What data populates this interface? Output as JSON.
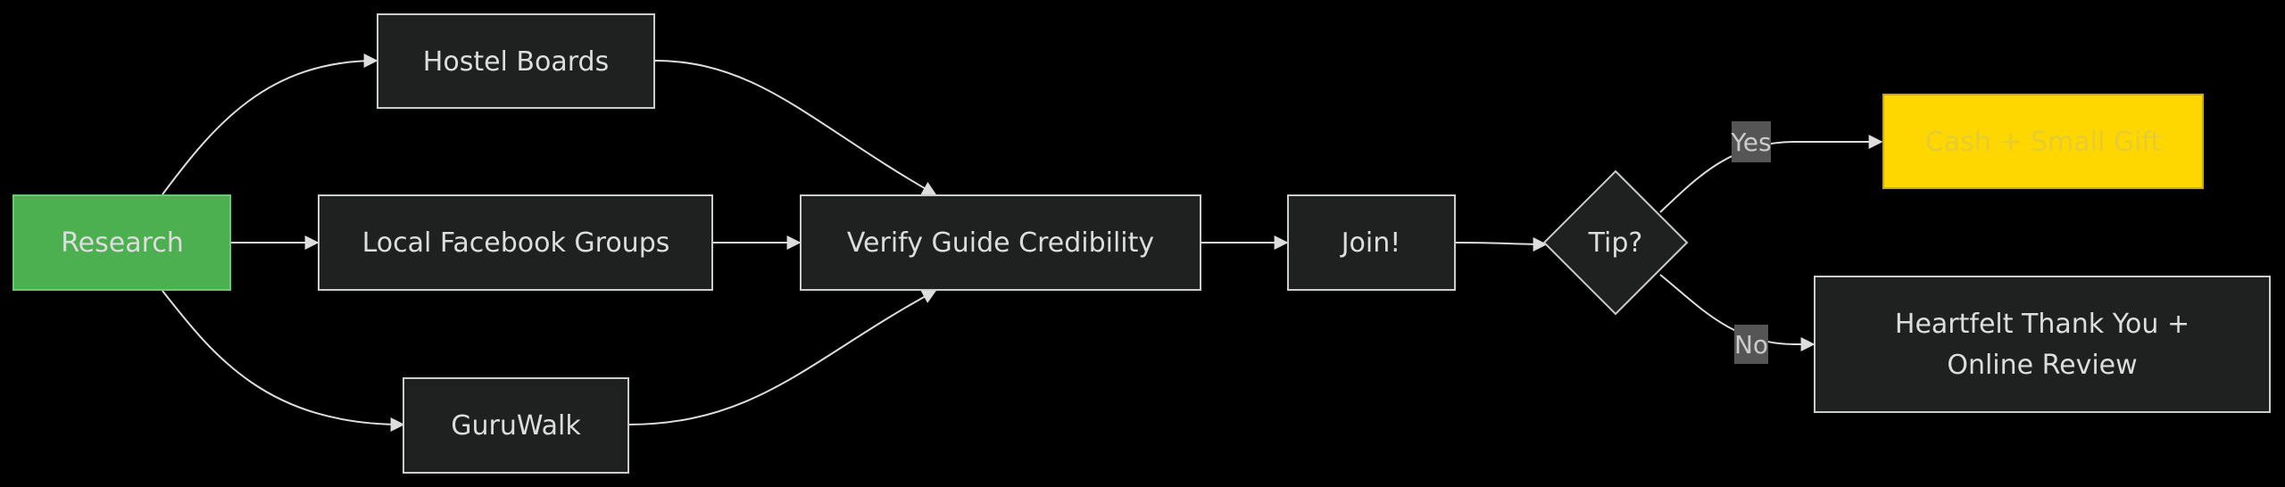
{
  "diagram": {
    "nodes": {
      "research": {
        "label": "Research",
        "fill": "#4caf50"
      },
      "hostel": {
        "label": "Hostel Boards"
      },
      "facebook": {
        "label": "Local Facebook Groups"
      },
      "guruwalk": {
        "label": "GuruWalk"
      },
      "verify": {
        "label": "Verify Guide Credibility"
      },
      "join": {
        "label": "Join!"
      },
      "tip": {
        "label": "Tip?"
      },
      "cash": {
        "label": "Cash + Small Gift",
        "fill": "#ffd700"
      },
      "thanks": {
        "label_line1": "Heartfelt Thank You +",
        "label_line2": "Online Review"
      }
    },
    "edges": {
      "yes_label": "Yes",
      "no_label": "No"
    },
    "colors": {
      "background": "#000000",
      "node_fill": "#1f2020",
      "node_stroke": "#cccccc",
      "edge": "#dddddd",
      "highlight_green": "#4caf50",
      "highlight_yellow": "#ffd700"
    }
  }
}
